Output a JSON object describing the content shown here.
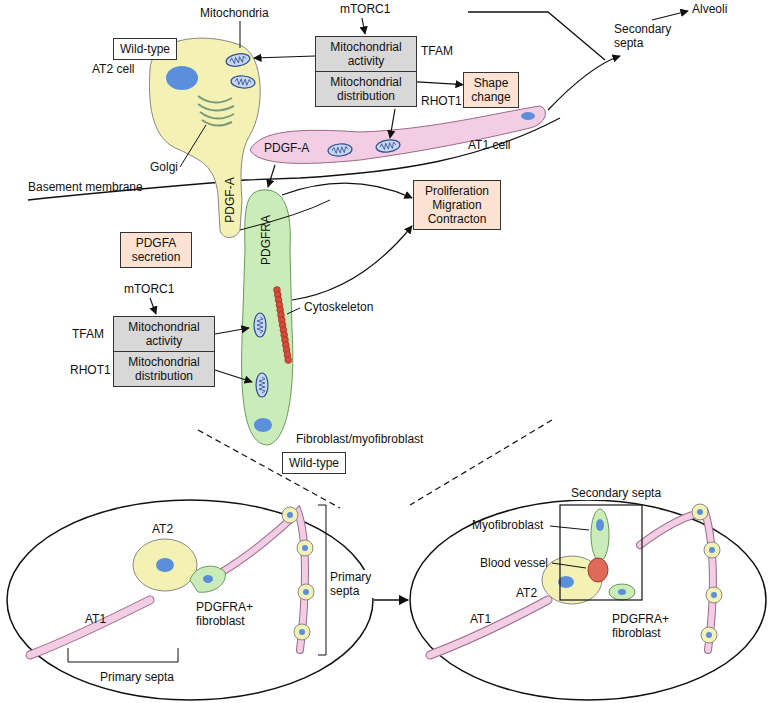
{
  "diagram": {
    "nodes": [
      {
        "text": [
          "Wild-type"
        ]
      },
      {
        "text": [
          "Mitochondrial activity"
        ]
      },
      {
        "text": [
          "Mitochondrial distribution"
        ]
      },
      {
        "text": [
          "Shape change"
        ]
      },
      {
        "text": [
          "PDGFA secretion"
        ]
      },
      {
        "text": [
          "Proliferation Migration Contracton"
        ]
      },
      {
        "text": [
          "Mitochondrial activity"
        ]
      },
      {
        "text": [
          "Mitochondrial distribution"
        ]
      },
      {
        "text": [
          "Wild-type"
        ]
      }
    ],
    "edges": [
      {
        "from": 2,
        "to": 3,
        "arrow": "to"
      }
    ],
    "labels": [
      "Mitochondria",
      "mTORC1",
      "TFAM",
      "RHOT1",
      "Alveoli",
      "Secondary septa",
      "AT2 cell",
      "Golgi",
      "AT1 cell",
      "PDGF-A",
      "Basement membrane",
      "PDGF-A",
      "PDGFRA",
      "mTORC1",
      "TFAM",
      "Cytoskeleton",
      "RHOT1",
      "Fibroblast/myofibroblast",
      "AT2",
      "AT1",
      "Primary septa",
      "PDGFRA+ fibroblast",
      "Primary septa",
      "Secondary septa",
      "Myofibroblast",
      "Blood vessel",
      "AT2",
      "AT1",
      "PDGFRA+ fibroblast"
    ]
  }
}
